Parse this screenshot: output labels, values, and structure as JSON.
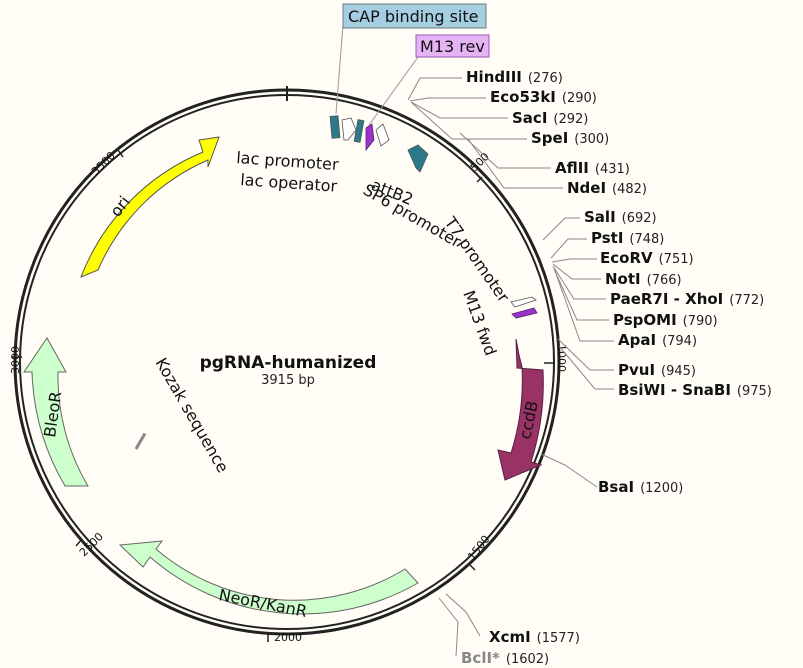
{
  "plasmid": {
    "name": "pgRNA-humanized",
    "length_label": "3915 bp"
  },
  "ticks": [
    "500",
    "1000",
    "1500",
    "2000",
    "2500",
    "3000",
    "3500"
  ],
  "enzymes": [
    {
      "name": "HindIII",
      "pos": "(276)"
    },
    {
      "name": "Eco53kI",
      "pos": "(290)"
    },
    {
      "name": "SacI",
      "pos": "(292)"
    },
    {
      "name": "SpeI",
      "pos": "(300)"
    },
    {
      "name": "AflII",
      "pos": "(431)"
    },
    {
      "name": "NdeI",
      "pos": "(482)"
    },
    {
      "name": "SalI",
      "pos": "(692)"
    },
    {
      "name": "PstI",
      "pos": "(748)"
    },
    {
      "name": "EcoRV",
      "pos": "(751)"
    },
    {
      "name": "NotI",
      "pos": "(766)"
    },
    {
      "name": "PaeR7I - XhoI",
      "pos": "(772)"
    },
    {
      "name": "PspOMI",
      "pos": "(790)"
    },
    {
      "name": "ApaI",
      "pos": "(794)"
    },
    {
      "name": "PvuI",
      "pos": "(945)"
    },
    {
      "name": "BsiWI - SnaBI",
      "pos": "(975)"
    },
    {
      "name": "BsaI",
      "pos": "(1200)"
    },
    {
      "name": "XcmI",
      "pos": "(1577)"
    },
    {
      "name": "BclI*",
      "pos": "(1602)"
    }
  ],
  "features": {
    "cap_binding_site": "CAP binding site",
    "m13_rev": "M13 rev",
    "lac_promoter": "lac promoter",
    "lac_operator": "lac operator",
    "attb2": "attB2",
    "sp6_promoter": "SP6 promoter",
    "t7_promoter": "T7 promoter",
    "m13_fwd": "M13 fwd",
    "ori": "ori",
    "ccdb": "ccdB",
    "bleor": "BleoR",
    "neor_kanr": "NeoR/KanR",
    "kozak": "Kozak sequence"
  },
  "colors": {
    "ori": "#ffff00",
    "ccdb": "#993366",
    "resistance": "#ccffcc",
    "cap_box": "#a6cee3",
    "m13_box": "#e6b3f5",
    "small_feature": "#2a7a8a",
    "primer": "#9933cc"
  }
}
